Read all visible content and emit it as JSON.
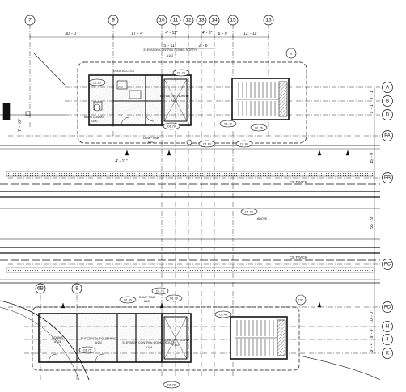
{
  "col_grid": [
    {
      "id": "col-7",
      "label": "7"
    },
    {
      "id": "col-9",
      "label": "9"
    },
    {
      "id": "col-10",
      "label": "10"
    },
    {
      "id": "col-11",
      "label": "11"
    },
    {
      "id": "col-12",
      "label": "12"
    },
    {
      "id": "col-13",
      "label": "13"
    },
    {
      "id": "col-14",
      "label": "14"
    },
    {
      "id": "col-15",
      "label": "15"
    },
    {
      "id": "col-16",
      "label": "16"
    },
    {
      "id": "col-6b",
      "label": "6B"
    },
    {
      "id": "col-8",
      "label": "8"
    }
  ],
  "row_grid": [
    {
      "id": "row-a",
      "label": "A"
    },
    {
      "id": "row-b",
      "label": "B"
    },
    {
      "id": "row-d",
      "label": "D"
    },
    {
      "id": "row-pa",
      "label": "PA"
    },
    {
      "id": "row-pb",
      "label": "PB"
    },
    {
      "id": "row-pc",
      "label": "PC"
    },
    {
      "id": "row-pd",
      "label": "PD"
    },
    {
      "id": "row-h",
      "label": "H"
    },
    {
      "id": "row-j",
      "label": "J"
    },
    {
      "id": "row-k",
      "label": "K"
    }
  ],
  "dims_top": {
    "d1": "30' - 0\"",
    "d2": "17' - 4\"",
    "d3": "4' - 11\"",
    "d4": "5' - 11\"",
    "d5": "4' - 3\"",
    "d6": "2' - 6\"",
    "d7": "6' - 0\"",
    "d8": "12' - 11\""
  },
  "dims_side": {
    "ab": "9' - 1\"",
    "bd": "9' - 1\"",
    "d_pa": "15' - 0\"",
    "pb_pc": "56' - 9\"",
    "pd_h": "10' - 0\"",
    "hj": "9' - 4\"",
    "jk": "9' - 4\""
  },
  "dims_misc": {
    "left_vert": "7' - 10\"",
    "under_upper": "4' - 11\""
  },
  "upper_rooms": {
    "roof_access": "ROOF ACCESS",
    "elev_ctrl": "ELEVATOR CONTROL ROOM - NORTH",
    "elev_ctrl_tag": "A102",
    "elevator": "ELEVATOR - NORTH",
    "elevator_tag": "P101",
    "bldg_comms": "BLDG COMMS",
    "bldg_comms_tag": "A100",
    "dump_sink": "DUMP SINK",
    "dump_sink_tag": "A102"
  },
  "lower_rooms": {
    "comms": "COMMS",
    "comms_tag": "A103",
    "elec": "ELECTRICAL EQUIPMENT",
    "elec_tag": "A102",
    "elev_ctrl": "ELEVATOR CONTROL ROOM - SOUTH",
    "elev_ctrl_tag": "A104",
    "elevator": "ELEVATOR - SOUTH",
    "elevator_tag": "P102",
    "dump_sink": "DUMP SINK",
    "dump_sink_tag": "A103"
  },
  "callouts": {
    "c1": "D1.15",
    "c2": "D1.79",
    "c3": "D1.79",
    "c4": "D1.48",
    "c5": "D1.76",
    "c6": "D1.80",
    "c7": "D1.80",
    "c8": "D1.29",
    "c9": "D1.80",
    "c10": "D1.76",
    "c11": "D1.79",
    "c12": "D1.75",
    "c13": "D1.44",
    "c14": "D1.78"
  },
  "track_labels": {
    "top": "C/L TRACK",
    "bottom": "C/L TRACK",
    "above": "ABOVE"
  },
  "north_labels": {
    "upper": "U",
    "lower": "10C"
  },
  "colors": {
    "line": "#111111",
    "grid": "#333333",
    "hatch": "#555555"
  }
}
